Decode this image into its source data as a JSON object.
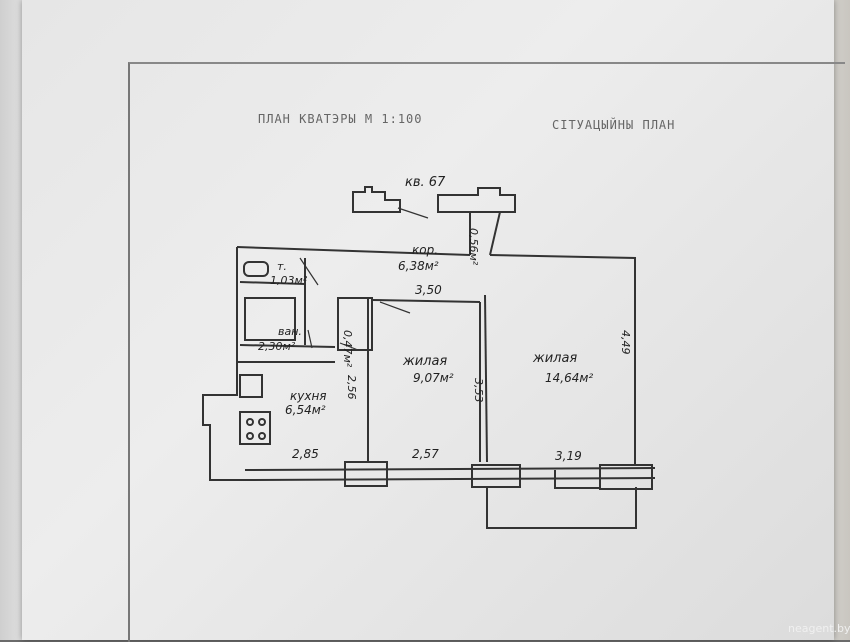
{
  "plan": {
    "title_left": "ПЛАН КВАТЭРЫ  М  1:100",
    "title_right": "СІТУАЦЫЙНЫ ПЛАН",
    "apartment_label": "кв. 67",
    "rooms": {
      "corridor": {
        "name": "кор.",
        "area": "6,38м²"
      },
      "toilet": {
        "name": "т.",
        "area": "1,03м²"
      },
      "bath": {
        "name": "ван.",
        "area": "2,30м²"
      },
      "closet_small": {
        "area": "0,47м²"
      },
      "closet_top": {
        "area": "0,56м²"
      },
      "kitchen": {
        "name": "кухня",
        "area": "6,54м²"
      },
      "living_mid": {
        "name": "жилая",
        "area": "9,07м²"
      },
      "living_big": {
        "name": "жилая",
        "area": "14,64м²"
      }
    },
    "dimensions": {
      "corridor_width": "3,50",
      "kitchen_height": "2,56",
      "mid_height": "3,53",
      "big_height": "4,49",
      "kitchen_width": "2,85",
      "mid_width": "2,57",
      "big_width": "3,19"
    }
  },
  "watermark": "neagent.by"
}
